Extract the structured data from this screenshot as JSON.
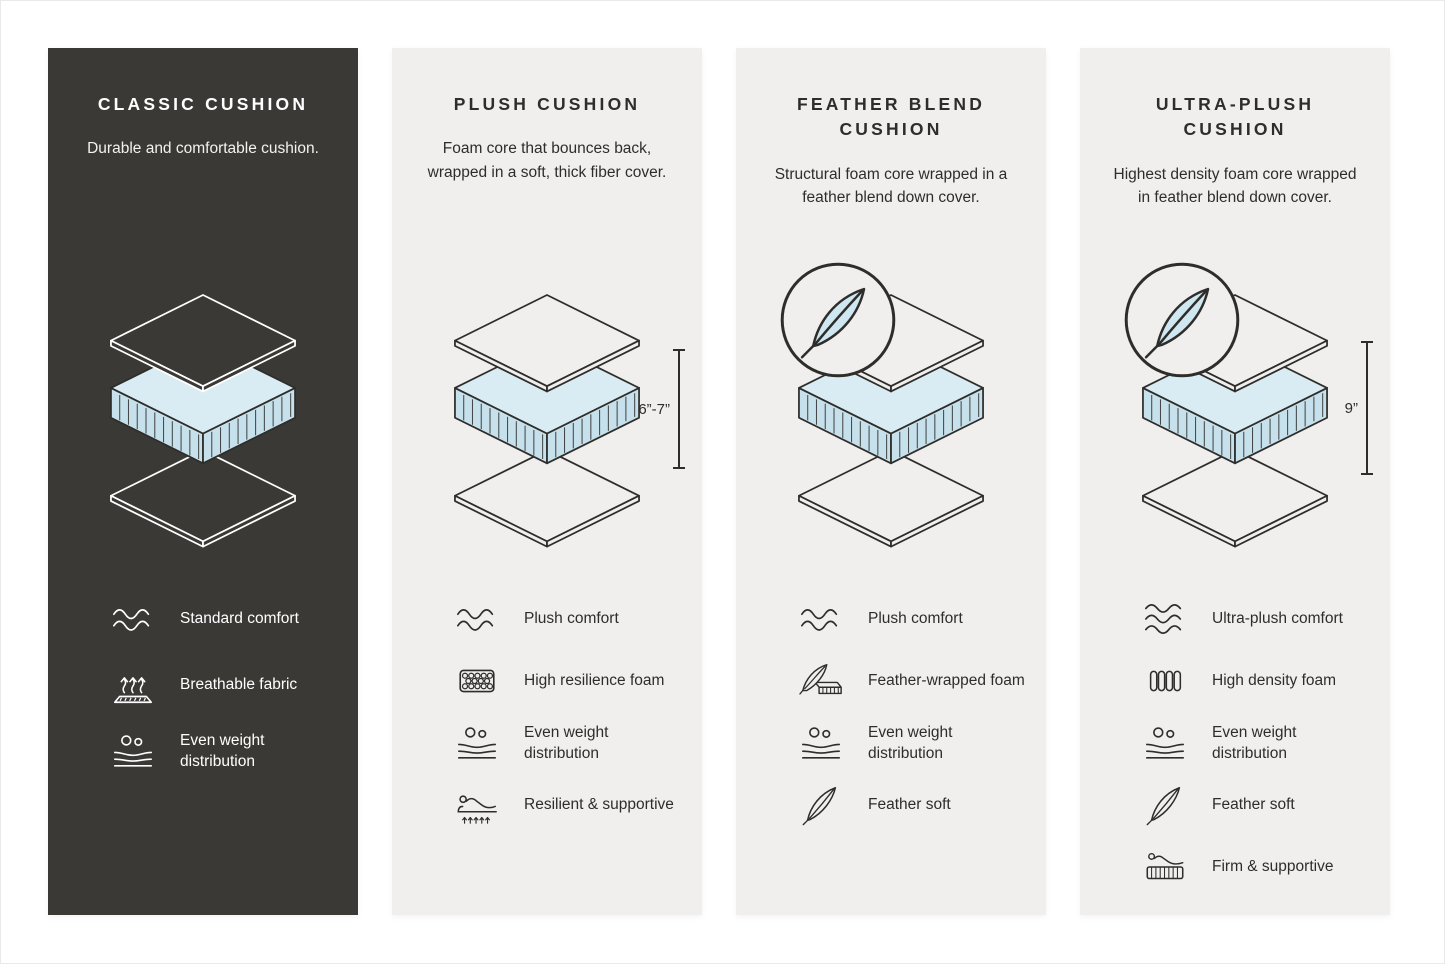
{
  "colors": {
    "page_background": "#ffffff",
    "dark_panel": "#3a3935",
    "light_panel": "#f0efee",
    "text_dark": "#2e2d2a",
    "text_light": "#ffffff",
    "foam_blue_top": "#d9ecf3",
    "foam_blue_side": "#c7e1ec",
    "feather_blue": "#cfe7f1"
  },
  "panels": [
    {
      "id": "classic",
      "theme": "dark",
      "title": "CLASSIC CUSHION",
      "description": "Durable and comfortable cushion.",
      "features": [
        {
          "icon": "waves-icon",
          "label": "Standard comfort"
        },
        {
          "icon": "breathable-fabric-icon",
          "label": "Breathable fabric"
        },
        {
          "icon": "weight-distribution-icon",
          "label": "Even weight distribution"
        }
      ]
    },
    {
      "id": "plush",
      "theme": "light",
      "title": "PLUSH CUSHION",
      "description": "Foam core that bounces back, wrapped in a soft, thick fiber cover.",
      "measurement": "6”-7”",
      "features": [
        {
          "icon": "waves-icon",
          "label": "Plush comfort"
        },
        {
          "icon": "foam-cells-icon",
          "label": "High resilience foam"
        },
        {
          "icon": "weight-distribution-icon",
          "label": "Even weight distribution"
        },
        {
          "icon": "recline-support-icon",
          "label": "Resilient & supportive"
        }
      ]
    },
    {
      "id": "feather-blend",
      "theme": "light",
      "title": "FEATHER BLEND CUSHION",
      "description": "Structural foam core wrapped in a feather blend down cover.",
      "badge_icon": "feather-badge-icon",
      "features": [
        {
          "icon": "waves-icon",
          "label": "Plush comfort"
        },
        {
          "icon": "feather-foam-icon",
          "label": "Feather-wrapped foam"
        },
        {
          "icon": "weight-distribution-icon",
          "label": "Even weight distribution"
        },
        {
          "icon": "feather-icon",
          "label": "Feather soft"
        }
      ]
    },
    {
      "id": "ultra-plush",
      "theme": "light",
      "title": "ULTRA-PLUSH CUSHION",
      "description": "Highest density foam core wrapped in feather blend down cover.",
      "measurement": "9”",
      "badge_icon": "feather-badge-icon",
      "features": [
        {
          "icon": "waves-dense-icon",
          "label": "Ultra-plush comfort"
        },
        {
          "icon": "density-foam-icon",
          "label": "High density foam"
        },
        {
          "icon": "weight-distribution-icon",
          "label": "Even weight distribution"
        },
        {
          "icon": "feather-icon",
          "label": "Feather soft"
        },
        {
          "icon": "firm-support-icon",
          "label": "Firm & supportive"
        }
      ]
    }
  ]
}
